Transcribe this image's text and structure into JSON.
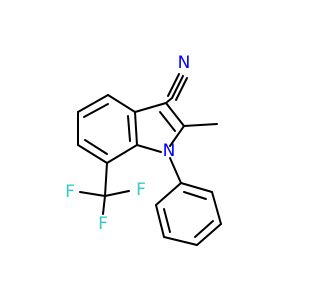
{
  "molecule": {
    "atoms": {
      "nitrile_n": "N",
      "ring_n": "N",
      "f1": "F",
      "f2": "F",
      "f3": "F"
    },
    "colors": {
      "nitrogen": "#0000ff",
      "fluorine": "#33cccc",
      "bond": "#000000",
      "background": "#ffffff"
    }
  }
}
